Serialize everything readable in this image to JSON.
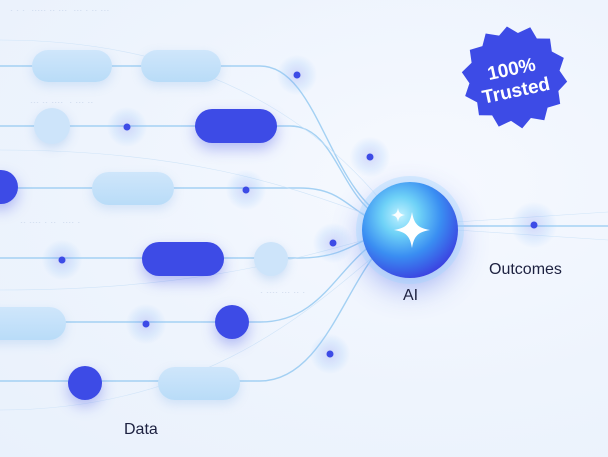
{
  "badge": {
    "line1": "100%",
    "line2": "Trusted",
    "color": "#3d4be6"
  },
  "labels": {
    "data": "Data",
    "ai": "AI",
    "outcomes": "Outcomes"
  },
  "colors": {
    "accent": "#3d4be6",
    "light": "#cde4fa",
    "line": "#9ccdf2",
    "background": "#eef4fd"
  },
  "icons": {
    "orb": "sparkle-icon"
  }
}
